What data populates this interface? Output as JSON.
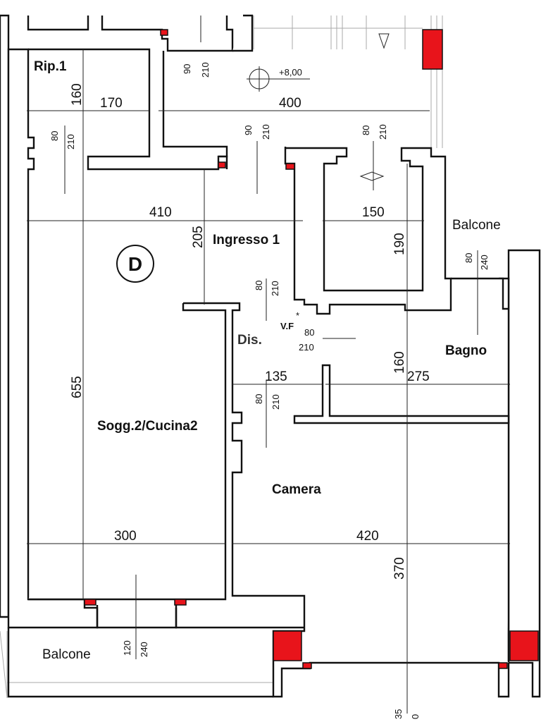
{
  "plan": {
    "unit_badge": "D",
    "level_marker": "+8,00",
    "rooms": {
      "rip": "Rip.1",
      "ingresso": "Ingresso 1",
      "dis": "Dis.",
      "vf": "V.F",
      "soggiorno": "Sogg.2/Cucina2",
      "bagno": "Bagno",
      "camera": "Camera",
      "balcone_right": "Balcone",
      "balcone_bottom": "Balcone"
    },
    "dimensions": {
      "d170": "170",
      "d160_rip": "160",
      "d400": "400",
      "d410": "410",
      "d205": "205",
      "d150": "150",
      "d190": "190",
      "d655": "655",
      "d135": "135",
      "d160_bagno": "160",
      "d275": "275",
      "d300": "300",
      "d420": "420",
      "d370": "370"
    },
    "openings": {
      "o1_w": "90",
      "o1_h": "210",
      "o2_w": "80",
      "o2_h": "210",
      "o3_w": "90",
      "o3_h": "210",
      "o4_w": "80",
      "o4_h": "210",
      "o5_w": "80",
      "o5_h": "210",
      "o6_w": "80",
      "o6_h": "210",
      "o7_w": "80",
      "o7_h": "210",
      "o8_w": "80",
      "o8_h": "240",
      "o9_w": "120",
      "o9_h": "240",
      "o10_a": "35",
      "o10_b": "0"
    },
    "colors": {
      "wall": "#111111",
      "pillar": "#e8141b",
      "background": "#ffffff"
    }
  }
}
